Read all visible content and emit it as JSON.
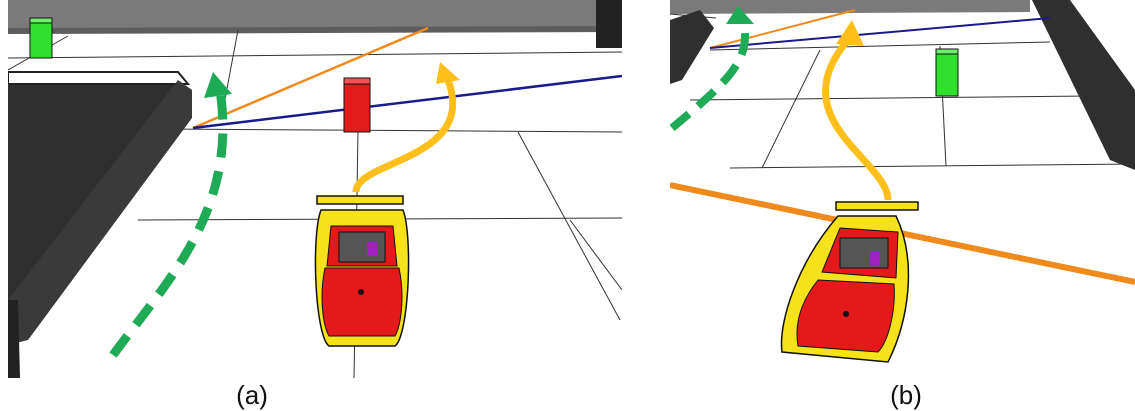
{
  "figure": {
    "panels": [
      {
        "id": "a",
        "caption": "(a)"
      },
      {
        "id": "b",
        "caption": "(b)"
      }
    ]
  },
  "colors": {
    "green_path": "#1faa55",
    "yellow_path": "#ffbf1a",
    "red_block": "#e31b1b",
    "green_block": "#2fe02f",
    "wall": "#3a3a3a",
    "orange_line": "#f08a1c",
    "blue_line": "#1a1a8c",
    "car_body": "#f5e21a",
    "car_hood": "#e3191b"
  },
  "icons": [
    "car-icon",
    "dashed-arrow-icon",
    "curved-arrow-icon"
  ]
}
